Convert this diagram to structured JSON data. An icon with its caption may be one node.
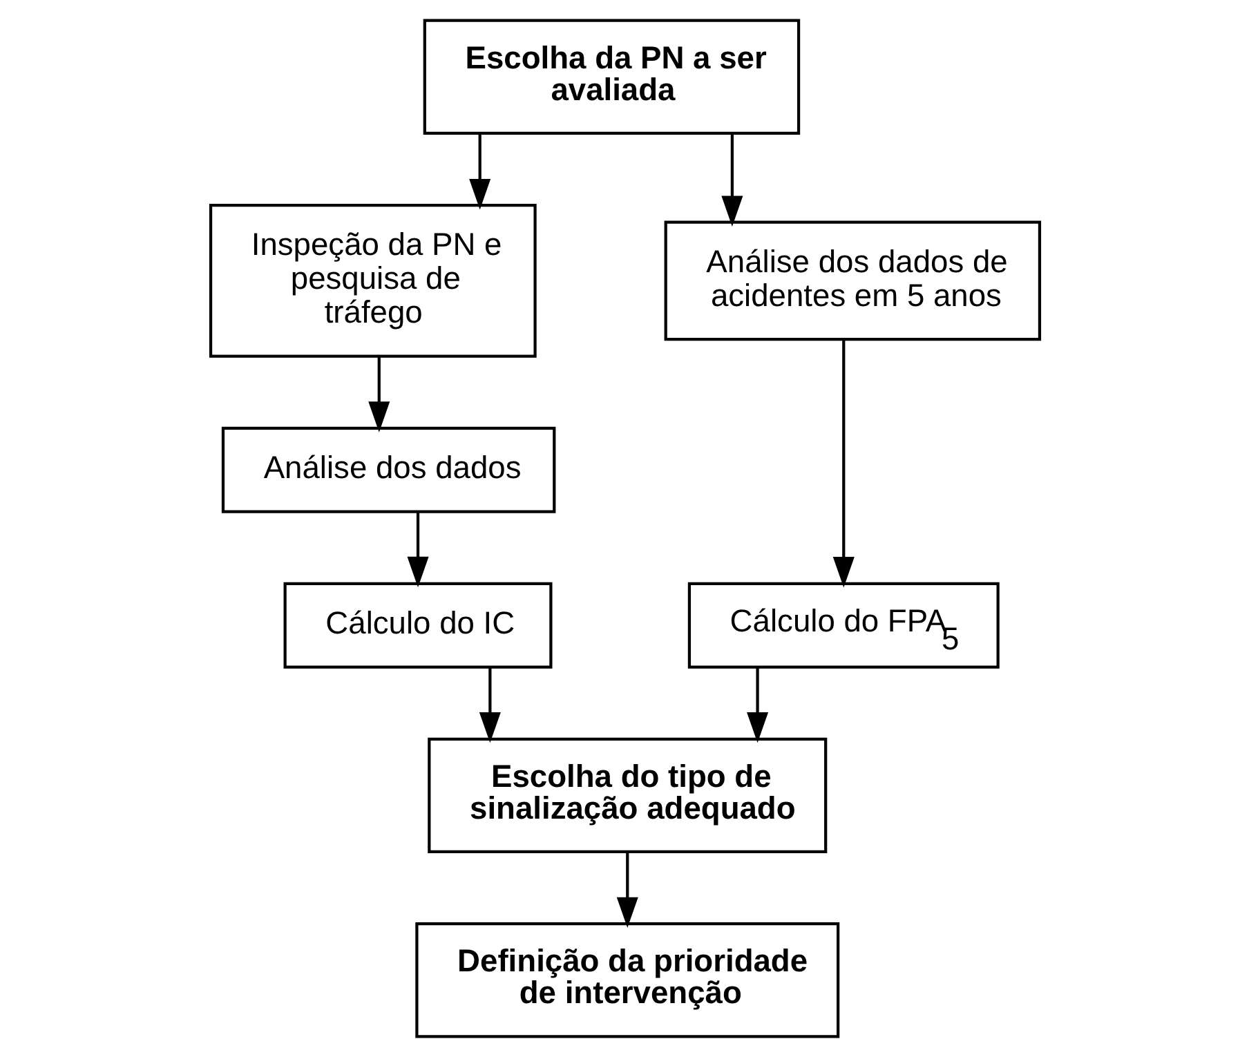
{
  "diagram": {
    "nodes": [
      {
        "text": [
          "Escolha da PN a ser avaliada"
        ]
      },
      {
        "text": [
          "Inspeção da PN e pesquisa de tráfego"
        ]
      },
      {
        "text": [
          "Análise dos dados de acidentes em 5 anos"
        ]
      },
      {
        "text": [
          "Análise dos dados"
        ]
      },
      {
        "text": [
          "Cálculo do IC"
        ]
      },
      {
        "text": [
          "Cálculo do FPA$_{5}$"
        ]
      },
      {
        "text": [
          "Escolha do tipo de sinalização adequado"
        ]
      },
      {
        "text": [
          "Definição da prioridade de intervenção"
        ]
      }
    ],
    "edges": [
      {
        "from": 0,
        "to": 1,
        "arrow": "to"
      },
      {
        "from": 0,
        "to": 2,
        "arrow": "to"
      },
      {
        "from": 1,
        "to": 3,
        "arrow": "to"
      },
      {
        "from": 3,
        "to": 4,
        "arrow": "to"
      },
      {
        "from": 2,
        "to": 5,
        "arrow": "to"
      },
      {
        "from": 4,
        "to": 6,
        "arrow": "to"
      },
      {
        "from": 5,
        "to": 6,
        "arrow": "to"
      },
      {
        "from": 6,
        "to": 7,
        "arrow": "to"
      }
    ]
  }
}
